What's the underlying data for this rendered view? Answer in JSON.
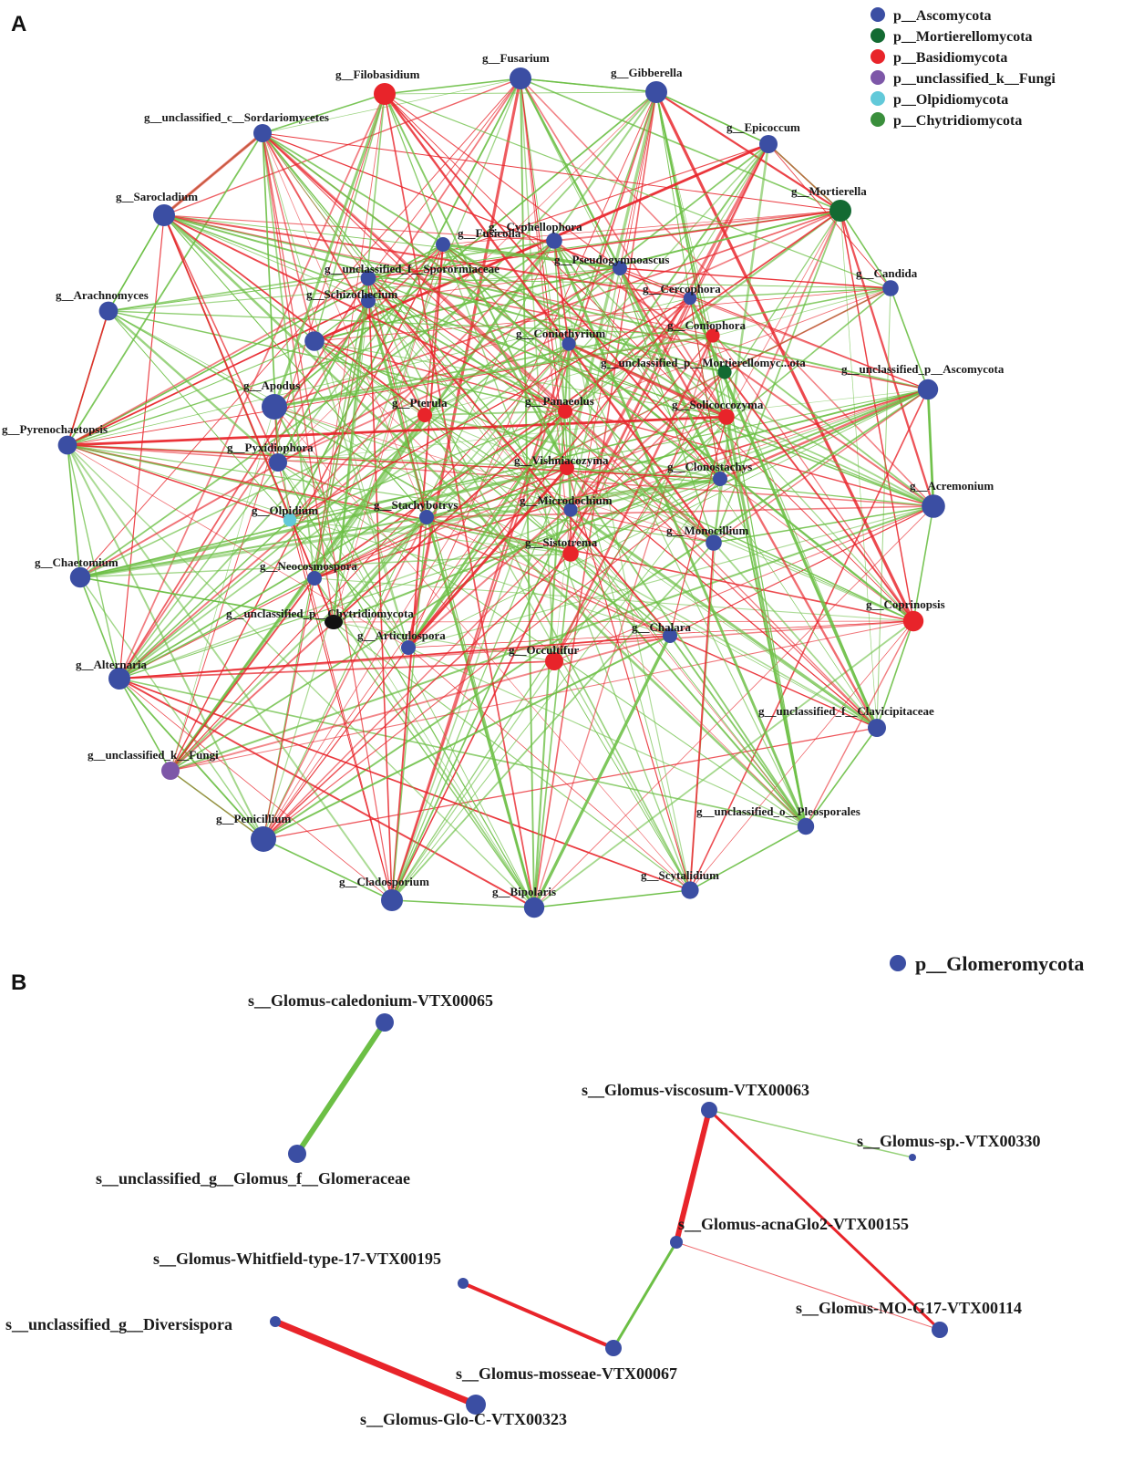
{
  "panel_a": {
    "letter": "A",
    "legend": [
      {
        "label": "p__Ascomycota",
        "color": "#3b4ea3"
      },
      {
        "label": "p__Mortierellomycota",
        "color": "#136a32"
      },
      {
        "label": "p__Basidiomycota",
        "color": "#e8242a"
      },
      {
        "label": "p__unclassified_k__Fungi",
        "color": "#7d57a8"
      },
      {
        "label": "p__Olpidiomycota",
        "color": "#62c9d9"
      },
      {
        "label": "p__Chytridiomycota",
        "color": "#3a8f3c"
      }
    ],
    "nodes": [
      {
        "id": "fusarium",
        "label": "g__Fusarium",
        "phylum": "Ascomycota",
        "size": 2
      },
      {
        "id": "gibberella",
        "label": "g__Gibberella",
        "phylum": "Ascomycota",
        "size": 2
      },
      {
        "id": "epicoccum",
        "label": "g__Epicoccum",
        "phylum": "Ascomycota",
        "size": 1.5
      },
      {
        "id": "mortierella",
        "label": "g__Mortierella",
        "phylum": "Mortierellomycota",
        "size": 2
      },
      {
        "id": "candida",
        "label": "g__Candida",
        "phylum": "Ascomycota",
        "size": 1.2
      },
      {
        "id": "uncl_asco",
        "label": "g__unclassified_p__Ascomycota",
        "phylum": "Ascomycota",
        "size": 1.8
      },
      {
        "id": "acremonium",
        "label": "g__Acremonium",
        "phylum": "Ascomycota",
        "size": 2.2
      },
      {
        "id": "coprinopsis",
        "label": "g__Coprinopsis",
        "phylum": "Basidiomycota",
        "size": 1.8
      },
      {
        "id": "clavicipit",
        "label": "g__unclassified_f__Clavicipitaceae",
        "phylum": "Ascomycota",
        "size": 1.5
      },
      {
        "id": "pleosporales",
        "label": "g__unclassified_o__Pleosporales",
        "phylum": "Ascomycota",
        "size": 1.3
      },
      {
        "id": "scytalidium",
        "label": "g__Scytalidium",
        "phylum": "Ascomycota",
        "size": 1.4
      },
      {
        "id": "bipolaris",
        "label": "g__Bipolaris",
        "phylum": "Ascomycota",
        "size": 1.8
      },
      {
        "id": "cladosporium",
        "label": "g__Cladosporium",
        "phylum": "Ascomycota",
        "size": 2
      },
      {
        "id": "penicillium",
        "label": "g__Penicillium",
        "phylum": "Ascomycota",
        "size": 2.5
      },
      {
        "id": "uncl_fungi",
        "label": "g__unclassified_k__Fungi",
        "phylum": "unclassified_k__Fungi",
        "size": 1.5
      },
      {
        "id": "alternaria",
        "label": "g__Alternaria",
        "phylum": "Ascomycota",
        "size": 2
      },
      {
        "id": "chaetomium",
        "label": "g__Chaetomium",
        "phylum": "Ascomycota",
        "size": 1.8
      },
      {
        "id": "pyrenochaetopsis",
        "label": "g__Pyrenochaetopsis",
        "phylum": "Ascomycota",
        "size": 1.6
      },
      {
        "id": "arachnomyces",
        "label": "g__Arachnomyces",
        "phylum": "Ascomycota",
        "size": 1.6
      },
      {
        "id": "sarocladium",
        "label": "g__Sarocladium",
        "phylum": "Ascomycota",
        "size": 2
      },
      {
        "id": "sordario",
        "label": "g__unclassified_c__Sordariomycetes",
        "phylum": "Ascomycota",
        "size": 1.5
      },
      {
        "id": "filobasidium",
        "label": "g__Filobasidium",
        "phylum": "Basidiomycota",
        "size": 2
      },
      {
        "id": "fusicolla",
        "label": "g__Fusicolla",
        "phylum": "Ascomycota",
        "size": 1
      },
      {
        "id": "cyphellophora",
        "label": "g__Cyphellophora",
        "phylum": "Ascomycota",
        "size": 1.2
      },
      {
        "id": "sporormia",
        "label": "g__unclassified_f__Sporormiaceae",
        "phylum": "Ascomycota",
        "size": 1.1
      },
      {
        "id": "pseudogym",
        "label": "g__Pseudogymnoascus",
        "phylum": "Ascomycota",
        "size": 1
      },
      {
        "id": "schizothecium",
        "label": "g__Schizothecium",
        "phylum": "Ascomycota",
        "size": 1
      },
      {
        "id": "cercophora",
        "label": "g__Cercophora",
        "phylum": "Ascomycota",
        "size": 0.8
      },
      {
        "id": "unlabeled1",
        "label": "",
        "phylum": "Ascomycota",
        "size": 1.7
      },
      {
        "id": "coniophora",
        "label": "g__Coniophora",
        "phylum": "Basidiomycota",
        "size": 0.9
      },
      {
        "id": "coniothyrium",
        "label": "g__Coniothyrium",
        "phylum": "Ascomycota",
        "size": 0.9
      },
      {
        "id": "uncl_mort",
        "label": "g__unclassified_p__Mortierellomyc...ota",
        "phylum": "Mortierellomycota",
        "size": 0.9
      },
      {
        "id": "apodus",
        "label": "g__Apodus",
        "phylum": "Ascomycota",
        "size": 2.5
      },
      {
        "id": "pterula",
        "label": "g__Pterula",
        "phylum": "Basidiomycota",
        "size": 1
      },
      {
        "id": "panaeolus",
        "label": "g__Panaeolus",
        "phylum": "Basidiomycota",
        "size": 1
      },
      {
        "id": "solicoccozyma",
        "label": "g__Solicoccozyma",
        "phylum": "Basidiomycota",
        "size": 1.2
      },
      {
        "id": "pyxidiophora",
        "label": "g__Pyxidiophora",
        "phylum": "Ascomycota",
        "size": 1.5
      },
      {
        "id": "vishniacozyma",
        "label": "g__Vishniacozyma",
        "phylum": "Basidiomycota",
        "size": 1
      },
      {
        "id": "clonostachys",
        "label": "g__Clonostachys",
        "phylum": "Ascomycota",
        "size": 1
      },
      {
        "id": "olpidium",
        "label": "g__Olpidium",
        "phylum": "Olpidiomycota",
        "size": 0.8
      },
      {
        "id": "stachybotrys",
        "label": "g__Stachybotrys",
        "phylum": "Ascomycota",
        "size": 1
      },
      {
        "id": "microdochium",
        "label": "g__Microdochium",
        "phylum": "Ascomycota",
        "size": 0.9
      },
      {
        "id": "sistotrema",
        "label": "g__Sistotrema",
        "phylum": "Basidiomycota",
        "size": 1.2
      },
      {
        "id": "monocillium",
        "label": "g__Monocillium",
        "phylum": "Ascomycota",
        "size": 1.2
      },
      {
        "id": "neocosmospora",
        "label": "g__Neocosmospora",
        "phylum": "Ascomycota",
        "size": 1
      },
      {
        "id": "uncl_chytrid",
        "label": "g__unclassified_p__Chytridiomycota",
        "phylum": "Chytridiomycota",
        "size": 1.5
      },
      {
        "id": "articulospora",
        "label": "g__Articulospora",
        "phylum": "Ascomycota",
        "size": 1
      },
      {
        "id": "occultifur",
        "label": "g__Occultifur",
        "phylum": "Basidiomycota",
        "size": 1.5
      },
      {
        "id": "chalara",
        "label": "g__Chalara",
        "phylum": "Ascomycota",
        "size": 1
      }
    ]
  },
  "panel_b": {
    "letter": "B",
    "legend_label": "p__Glomeromycota",
    "legend_color": "#3b4ea3",
    "nodes": [
      {
        "id": "caledonium",
        "label": "s__Glomus-caledonium-VTX00065"
      },
      {
        "id": "unc_glomera",
        "label": "s__unclassified_g__Glomus_f__Glomeraceae"
      },
      {
        "id": "viscosum",
        "label": "s__Glomus-viscosum-VTX00063"
      },
      {
        "id": "sp330",
        "label": "s__Glomus-sp.-VTX00330"
      },
      {
        "id": "acnaglo2",
        "label": "s__Glomus-acnaGlo2-VTX00155"
      },
      {
        "id": "whitfield",
        "label": "s__Glomus-Whitfield-type-17-VTX00195"
      },
      {
        "id": "mog17",
        "label": "s__Glomus-MO-G17-VTX00114"
      },
      {
        "id": "unc_divers",
        "label": "s__unclassified_g__Diversispora"
      },
      {
        "id": "mosseae",
        "label": "s__Glomus-mosseae-VTX00067"
      },
      {
        "id": "gloc",
        "label": "s__Glomus-Glo-C-VTX00323"
      }
    ],
    "edges": [
      {
        "from": "caledonium",
        "to": "unc_glomera",
        "sign": "positive"
      },
      {
        "from": "viscosum",
        "to": "acnaglo2",
        "sign": "negative"
      },
      {
        "from": "viscosum",
        "to": "mog17",
        "sign": "negative"
      },
      {
        "from": "viscosum",
        "to": "sp330",
        "sign": "positive"
      },
      {
        "from": "acnaglo2",
        "to": "mog17",
        "sign": "negative"
      },
      {
        "from": "acnaglo2",
        "to": "mosseae",
        "sign": "positive"
      },
      {
        "from": "whitfield",
        "to": "mosseae",
        "sign": "negative"
      },
      {
        "from": "unc_divers",
        "to": "gloc",
        "sign": "negative"
      }
    ]
  },
  "colors": {
    "positive_edge": "#6cbf45",
    "negative_edge": "#e8242a",
    "Ascomycota": "#3b4ea3",
    "Mortierellomycota": "#136a32",
    "Basidiomycota": "#e8242a",
    "unclassified_k__Fungi": "#7d57a8",
    "Olpidiomycota": "#62c9d9",
    "Chytridiomycota": "#111111"
  }
}
